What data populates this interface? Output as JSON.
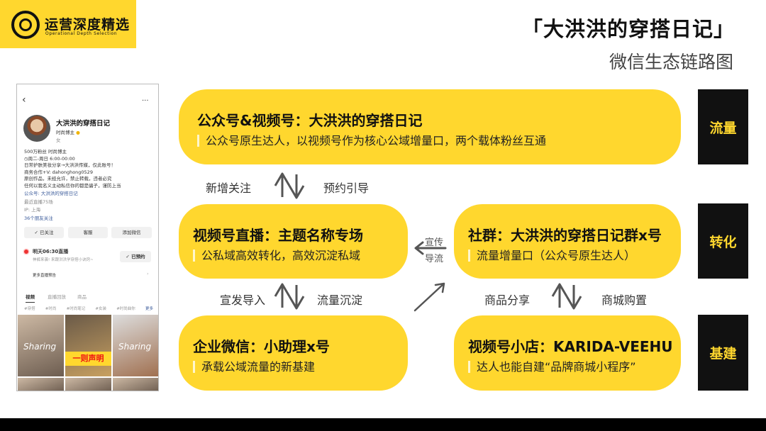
{
  "logo": {
    "name": "运营深度精选",
    "tagline": "Operational Depth Selection"
  },
  "header": {
    "title": "「大洪洪的穿搭日记」",
    "subtitle": "微信生态链路图"
  },
  "phone": {
    "back": "‹",
    "more": "···",
    "name": "大洪洪的穿搭日记",
    "category": "时尚博主",
    "gender": "女",
    "bio": [
      "500万粉丝 时尚博主",
      "◷周二-周日 6:00-00:00",
      "日常护肤美妆分享→大洪洪传媒，仅此账号！",
      "商务合作+V: dahonghong0529",
      "原创作品，未经允许，禁止转载，违者必究",
      "任何以我名义主动私信你的都是骗子，谨防上当"
    ],
    "official_account": "公众号: 大洪洪的穿搭日记",
    "recent_live": "最近直播75场",
    "ip": "IP: 上海",
    "friends": "36个朋友关注",
    "buttons": [
      "✓ 已关注",
      "客服",
      "添加微信"
    ],
    "live_title": "明天06:30直播",
    "live_desc": "神裤来袭! 来跟洪洪学穿搭小诀窍~",
    "reserved": "✓ 已预约",
    "more_live": "更多直播预告",
    "chev": "›",
    "tabs": [
      "视频",
      "直播回放",
      "商品"
    ],
    "tags": [
      "#穿搭",
      "#时尚",
      "#时尚笔记",
      "#女装",
      "#时尚曲你",
      "更多"
    ],
    "thumb_captions": [
      "Sharing",
      "一则声明",
      "Sharing"
    ]
  },
  "cards": [
    {
      "title": "公众号&视频号：大洪洪的穿搭日记",
      "desc": "公众号原生达人，以视频号作为核心公域增量口，两个载体粉丝互通"
    },
    {
      "title": "视频号直播：主题名称专场",
      "desc": "公私域高效转化，高效沉淀私域"
    },
    {
      "title": "社群：大洪洪的穿搭日记群x号",
      "desc": "流量增量口（公众号原生达人）"
    },
    {
      "title": "企业微信：小助理x号",
      "desc": "承载公域流量的新基建"
    },
    {
      "title": "视频号小店：KARIDA-VEEHU",
      "desc": "达人也能自建“品牌商城小程序”"
    }
  ],
  "labels": [
    "流量",
    "转化",
    "基建"
  ],
  "notes": {
    "n1": "新增关注",
    "n2": "预约引导",
    "n3": "宣发导入",
    "n4": "流量沉淀",
    "n5": "商品分享",
    "n6": "商城购置",
    "n7a": "宣传",
    "n7b": "导流"
  },
  "colors": {
    "accent": "#FFD72E",
    "dark": "#111111"
  }
}
